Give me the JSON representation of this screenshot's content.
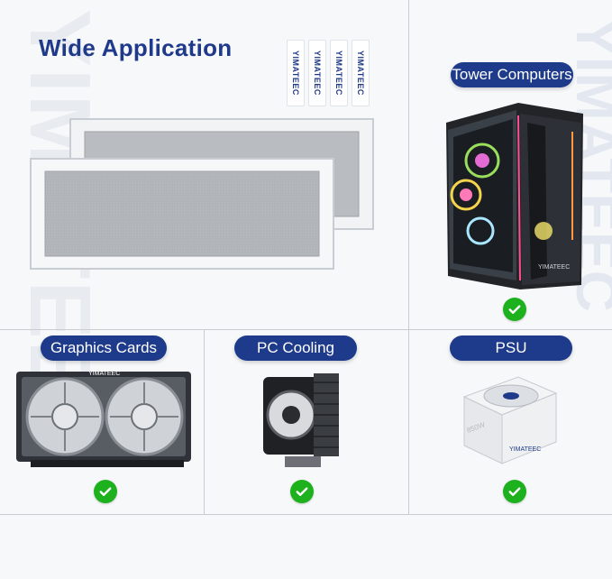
{
  "watermark": "YIMATEEC",
  "title": "Wide Application",
  "tags": [
    "YIMATEEC",
    "YIMATEEC",
    "YIMATEEC",
    "YIMATEEC"
  ],
  "cards": [
    {
      "label": "Tower Computers",
      "icon": "tower-computer-image"
    },
    {
      "label": "Graphics Cards",
      "icon": "graphics-card-image"
    },
    {
      "label": "PC Cooling",
      "icon": "cpu-cooler-image"
    },
    {
      "label": "PSU",
      "icon": "psu-image"
    }
  ],
  "brand_on_products": "YIMATEEC",
  "colors": {
    "accent": "#1e3a8a",
    "check": "#1db11d"
  }
}
